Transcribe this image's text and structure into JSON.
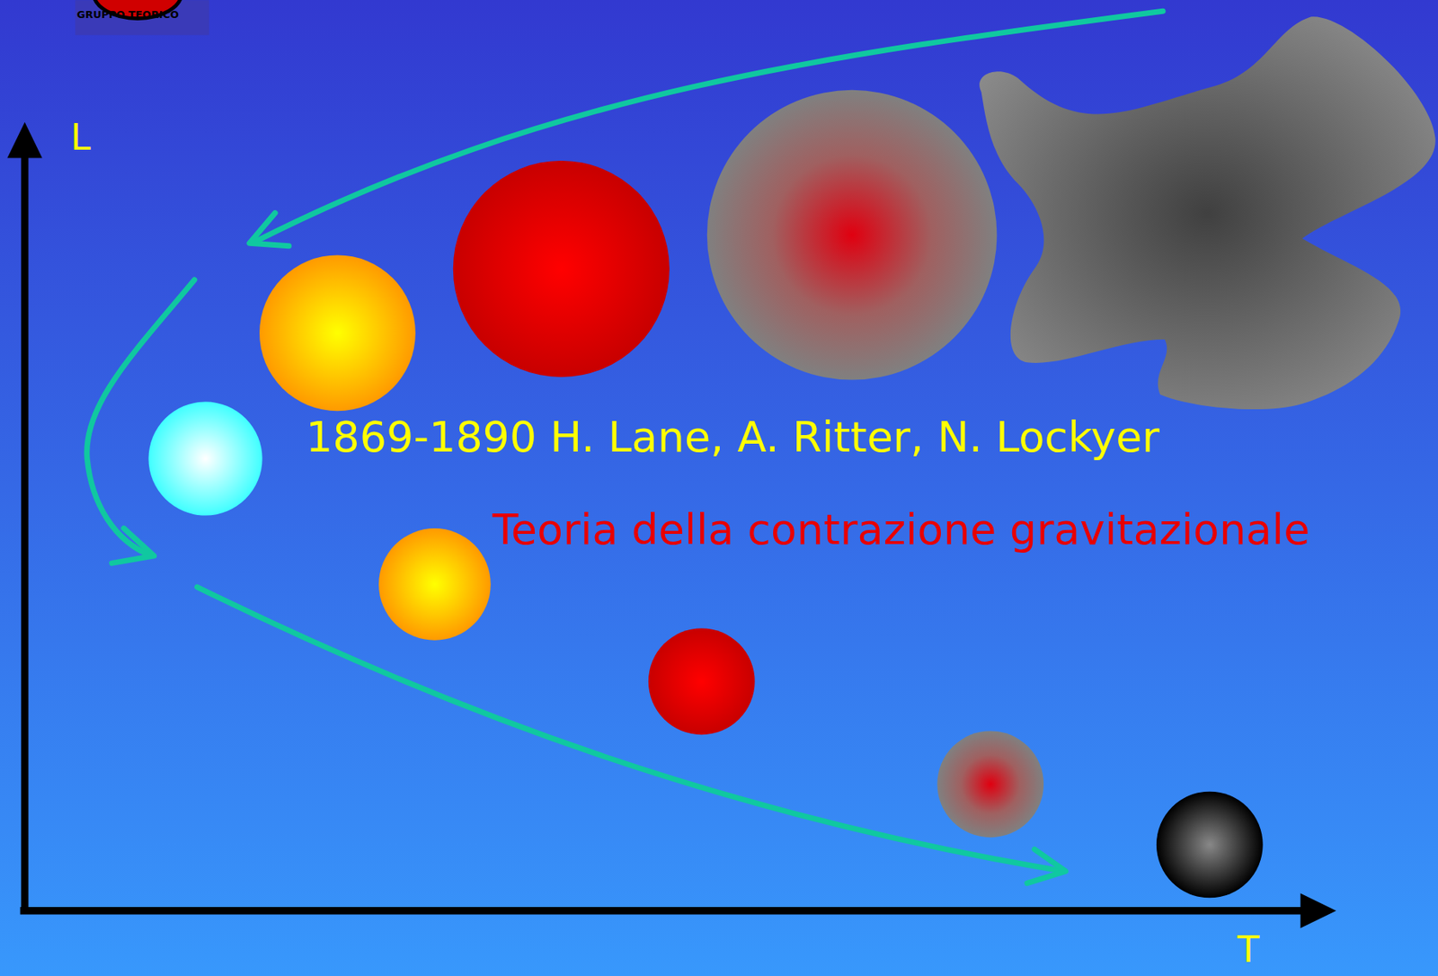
{
  "diagram": {
    "labels": [
      "GRUPPO TEORICO",
      "L",
      "1869-1890 H. Lane, A. Ritter, N. Lockyer",
      "Teoria della contrazione gravitazionale",
      "T"
    ]
  }
}
